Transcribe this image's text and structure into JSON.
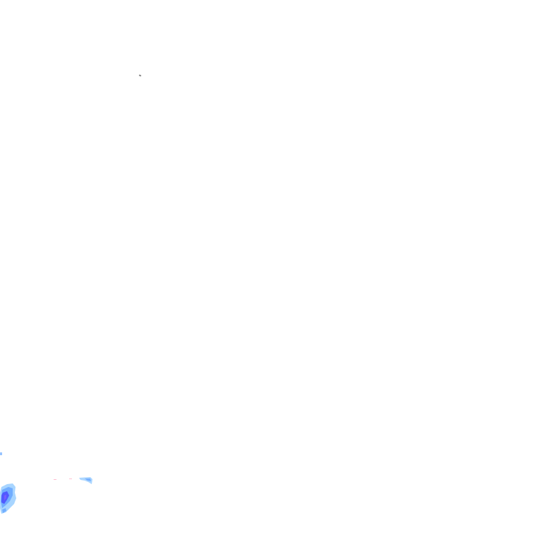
{
  "canvas": {
    "background": "#ffffff"
  },
  "colors": {
    "speck": "#6b6b6b",
    "paint_light": "#9fd0ff",
    "paint_mid": "#6aa8ff",
    "paint_deep": "#4b4bff",
    "paint_violet": "#7a5cff",
    "accent_pink": "#ff8fb0"
  },
  "marks": [
    {
      "name": "dark-speck"
    },
    {
      "name": "blue-tick"
    },
    {
      "name": "blue-streak"
    },
    {
      "name": "blue-paint-blob"
    }
  ]
}
